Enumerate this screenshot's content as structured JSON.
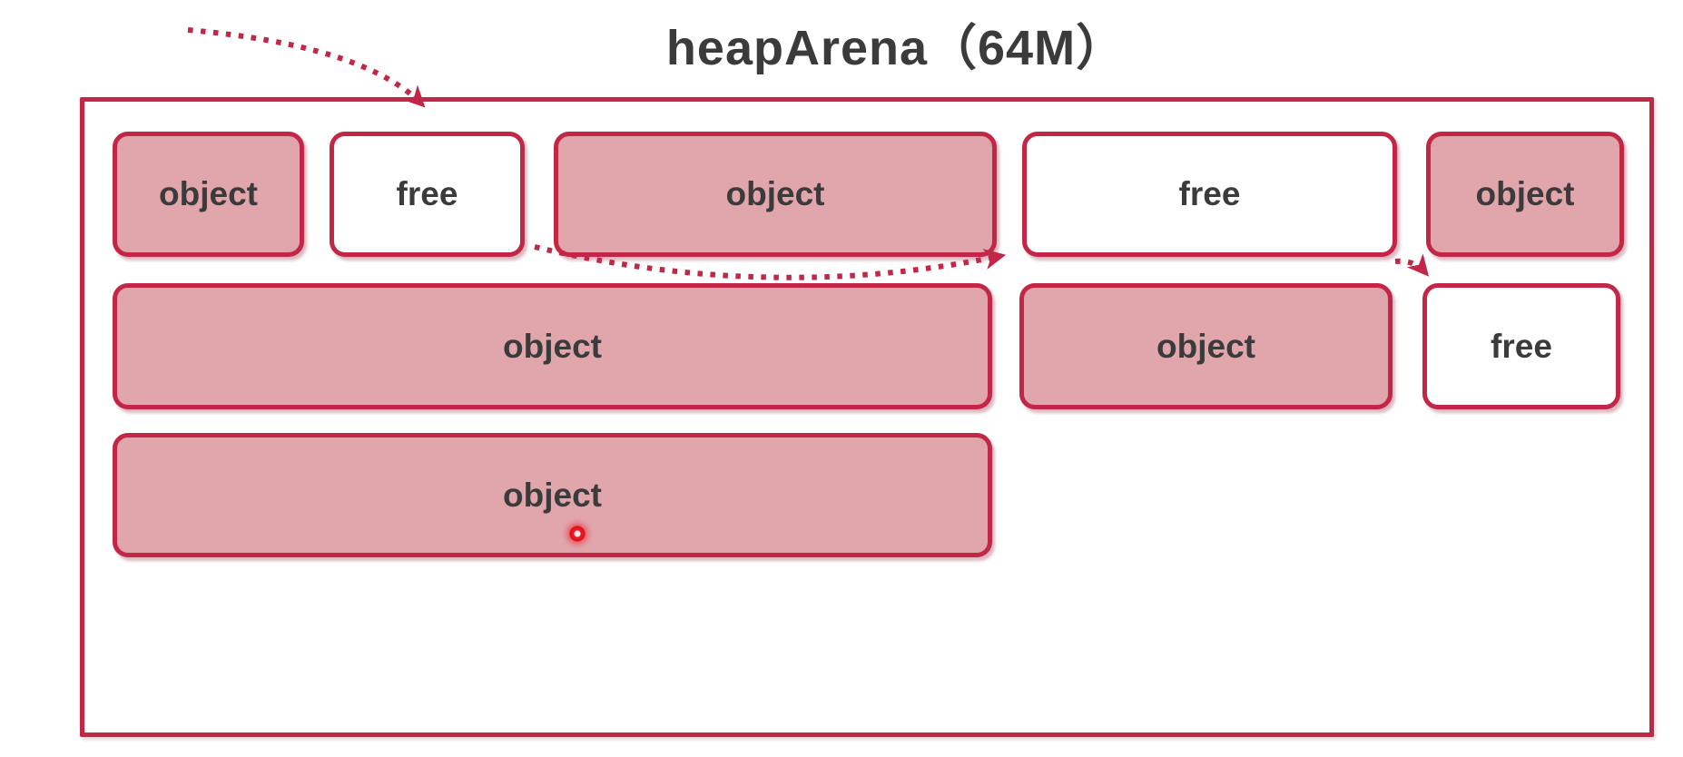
{
  "title": "heapArena（64M）",
  "arena": {
    "name": "heapArena",
    "size_label": "64M",
    "rows": [
      {
        "cells": [
          {
            "type": "object",
            "label": "object"
          },
          {
            "type": "free",
            "label": "free"
          },
          {
            "type": "object",
            "label": "object"
          },
          {
            "type": "free",
            "label": "free"
          },
          {
            "type": "object",
            "label": "object"
          }
        ]
      },
      {
        "cells": [
          {
            "type": "object",
            "label": "object"
          },
          {
            "type": "object",
            "label": "object"
          },
          {
            "type": "free",
            "label": "free"
          }
        ]
      },
      {
        "cells": [
          {
            "type": "object",
            "label": "object"
          }
        ]
      }
    ]
  },
  "annotations": {
    "arrows": [
      {
        "name": "dotted-arrow-into-first-free-block"
      },
      {
        "name": "dotted-arrow-free1-to-free2"
      },
      {
        "name": "dotted-arrow-free2-to-free3"
      }
    ],
    "pointer": {
      "name": "laser-pointer-dot"
    }
  },
  "colors": {
    "border_crimson": "#c22747",
    "object_fill_pink": "#e1a5ac",
    "free_fill": "#ffffff",
    "label_text": "#3b3b3b",
    "laser_dot_red": "#ec1c24",
    "background": "#ffffff"
  }
}
